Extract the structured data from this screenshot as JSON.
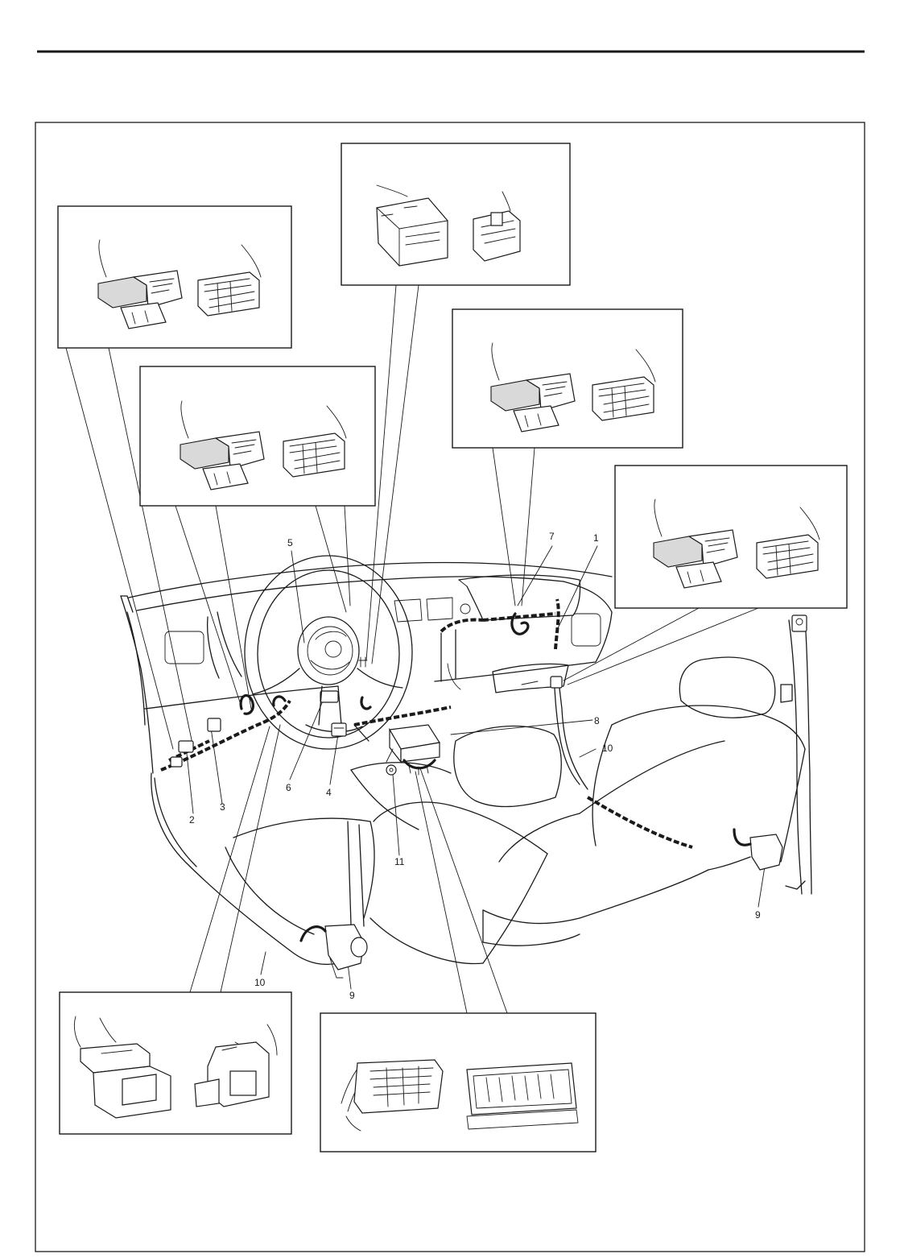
{
  "callouts": {
    "c1": "1",
    "c2": "2",
    "c3": "3",
    "c4": "4",
    "c5": "5",
    "c6": "6",
    "c7": "7",
    "c8": "8",
    "c9a": "9",
    "c9b": "9",
    "c10a": "10",
    "c10b": "10",
    "c11": "11"
  },
  "colors": {
    "ink": "#1a1a1a",
    "paper": "#ffffff",
    "shade": "#d9d9d9"
  }
}
